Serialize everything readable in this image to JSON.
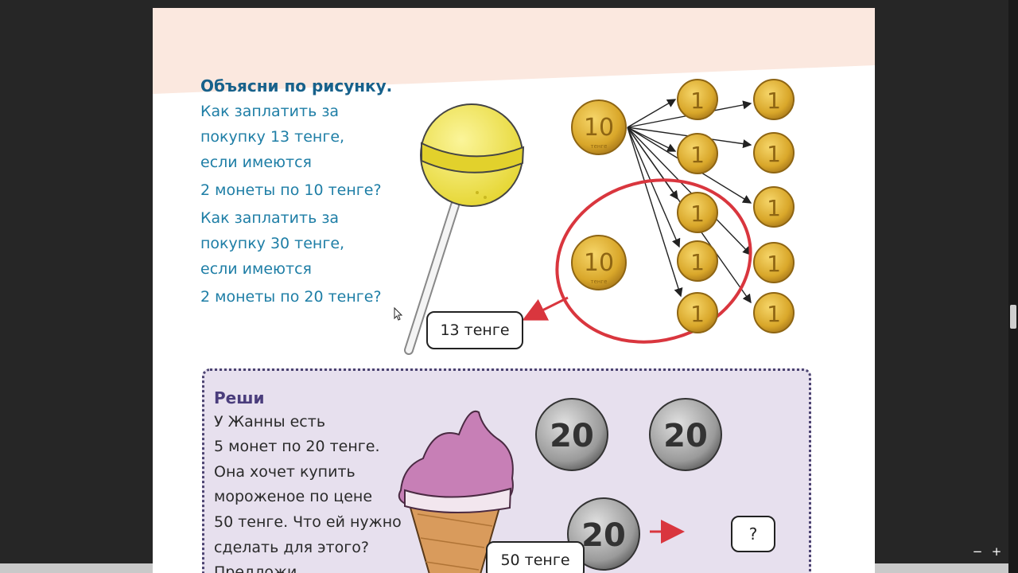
{
  "lesson": {
    "heading": "Объясни по рисунку.",
    "lines": [
      "Как заплатить за",
      "покупку 13 тенге,",
      "если имеются",
      "2 монеты по 10 тенге?",
      "Как заплатить за",
      "покупку 30 тенге,",
      "если имеются",
      "2 монеты по 20 тенге?"
    ],
    "price_tag": "13 тенге",
    "coin_10_value": "10",
    "coin_1_value": "1",
    "coin_caption": "тенге"
  },
  "task": {
    "title": "Реши",
    "lines": [
      "У Жанны есть",
      "5 монет по 20 тенге.",
      "Она хочет купить",
      "мороженое по цене",
      "50 тенге. Что ей нужно",
      "сделать для этого?",
      "Предложи..."
    ],
    "price_tag": "50 тенге",
    "coin_20_value": "20",
    "question_mark": "?"
  },
  "viewer": {
    "zoom_out": "−",
    "zoom_in": "+"
  },
  "colors": {
    "text_blue": "#1e7ea6",
    "heading_blue": "#17618b",
    "task_purple": "#4a3d7c",
    "task_bg": "#e7e0ee",
    "highlight_red": "#d9363e",
    "gold_coin": "#d9a72a",
    "silver_coin": "#8a8a8a",
    "candy_yellow": "#f1e44a",
    "ice_cream_pink": "#c77fb6"
  }
}
